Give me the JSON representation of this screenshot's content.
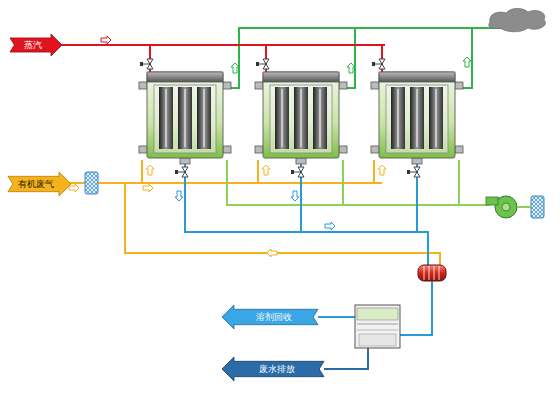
{
  "diagram": {
    "nodes": [
      {
        "text": [
          "蒸汽"
        ]
      },
      {
        "text": [
          "有机废气"
        ]
      },
      {
        "text": [
          "溶剂回收"
        ]
      },
      {
        "text": [
          "废水排放"
        ]
      }
    ]
  }
}
